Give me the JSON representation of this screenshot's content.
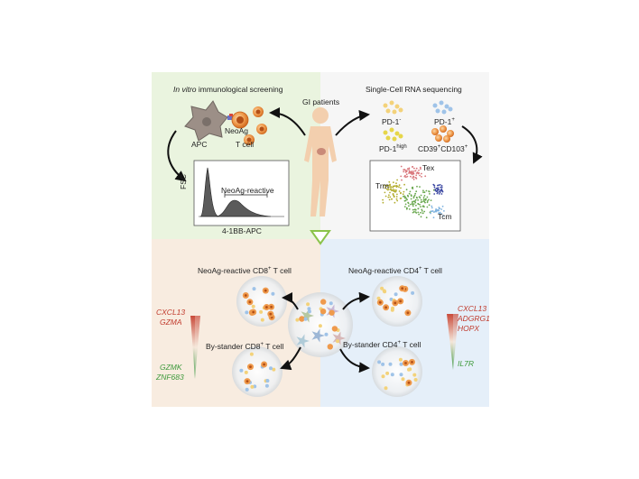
{
  "top_left": {
    "title_italic": "In vitro",
    "title_rest": " immunological screening",
    "apc_label": "APC",
    "neoag_label": "NeoAg",
    "tcell_label": "T cell",
    "y_axis_label": "FSC",
    "x_axis_label": "4-1BB-APC",
    "gate_label": "NeoAg-reactive"
  },
  "center": {
    "patients_label": "GI patients"
  },
  "top_right": {
    "title": "Single-Cell RNA sequencing",
    "pd1_neg": "PD-1",
    "pd1_neg_sup": "-",
    "pd1_pos": "PD-1",
    "pd1_pos_sup": "+",
    "pd1_high": "PD-1",
    "pd1_high_sup": "high",
    "cd39": "CD39",
    "cd39_sup": "+",
    "cd103": "CD103",
    "cd103_sup": "+",
    "cluster_labels": [
      "Tex",
      "Trm",
      "Tcm"
    ]
  },
  "bottom_left": {
    "reactive_title": "NeoAg-reactive CD8",
    "reactive_sup": "+",
    "reactive_suffix": " T cell",
    "bystander_title": "By-stander CD8",
    "bystander_sup": "+",
    "bystander_suffix": " T cell",
    "up_genes": [
      "CXCL13",
      "GZMA"
    ],
    "down_genes": [
      "GZMK",
      "ZNF683"
    ]
  },
  "bottom_right": {
    "reactive_title": "NeoAg-reactive CD4",
    "reactive_sup": "+",
    "reactive_suffix": " T cell",
    "bystander_title": "By-stander CD4",
    "bystander_sup": "+",
    "bystander_suffix": " T cell",
    "up_genes": [
      "CXCL13",
      "ADGRG1",
      "HOPX"
    ],
    "down_genes": [
      "IL7R"
    ]
  },
  "colors": {
    "top_left_bg": "#eaf4df",
    "top_right_bg": "#f6f6f6",
    "bottom_left_bg": "#f8ece0",
    "bottom_right_bg": "#e5eff9",
    "red_text": "#c0392b",
    "green_text": "#3e9a3c",
    "tcell_orange": "#e8873a",
    "apc_gray": "#9c8f87"
  }
}
